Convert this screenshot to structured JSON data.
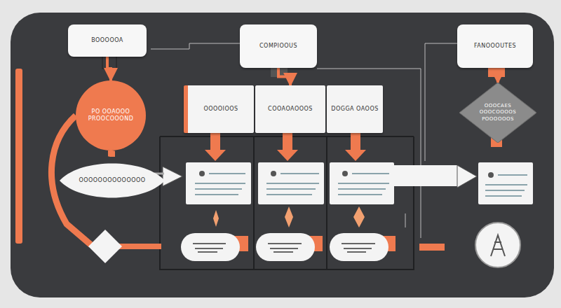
{
  "diagram": {
    "nodes": [
      {
        "text": [
          "BOOOOOA"
        ]
      },
      {
        "text": [
          "COMPIOOUS"
        ]
      },
      {
        "text": [
          "FANOOOUTES"
        ]
      },
      {
        "text": [
          "PO OOAOOO PROOCOOOND"
        ]
      },
      {
        "text": [
          "OOOOIOOS"
        ]
      },
      {
        "text": [
          "COOAOAOOOS"
        ]
      },
      {
        "text": [
          "DOGGA OAOOS"
        ]
      },
      {
        "text": [
          "OOOCAES OOOCOOOOS POOOOOOS"
        ]
      },
      {
        "text": [
          "OOOOOOOOOOOOOO"
        ]
      }
    ],
    "edges": [
      {
        "from": 0,
        "to": 3,
        "arrow": "to"
      },
      {
        "from": 3,
        "to": 8,
        "arrow": "none"
      },
      {
        "from": 1,
        "to": 5,
        "arrow": "to"
      },
      {
        "from": 2,
        "to": 7,
        "arrow": "to"
      }
    ]
  }
}
